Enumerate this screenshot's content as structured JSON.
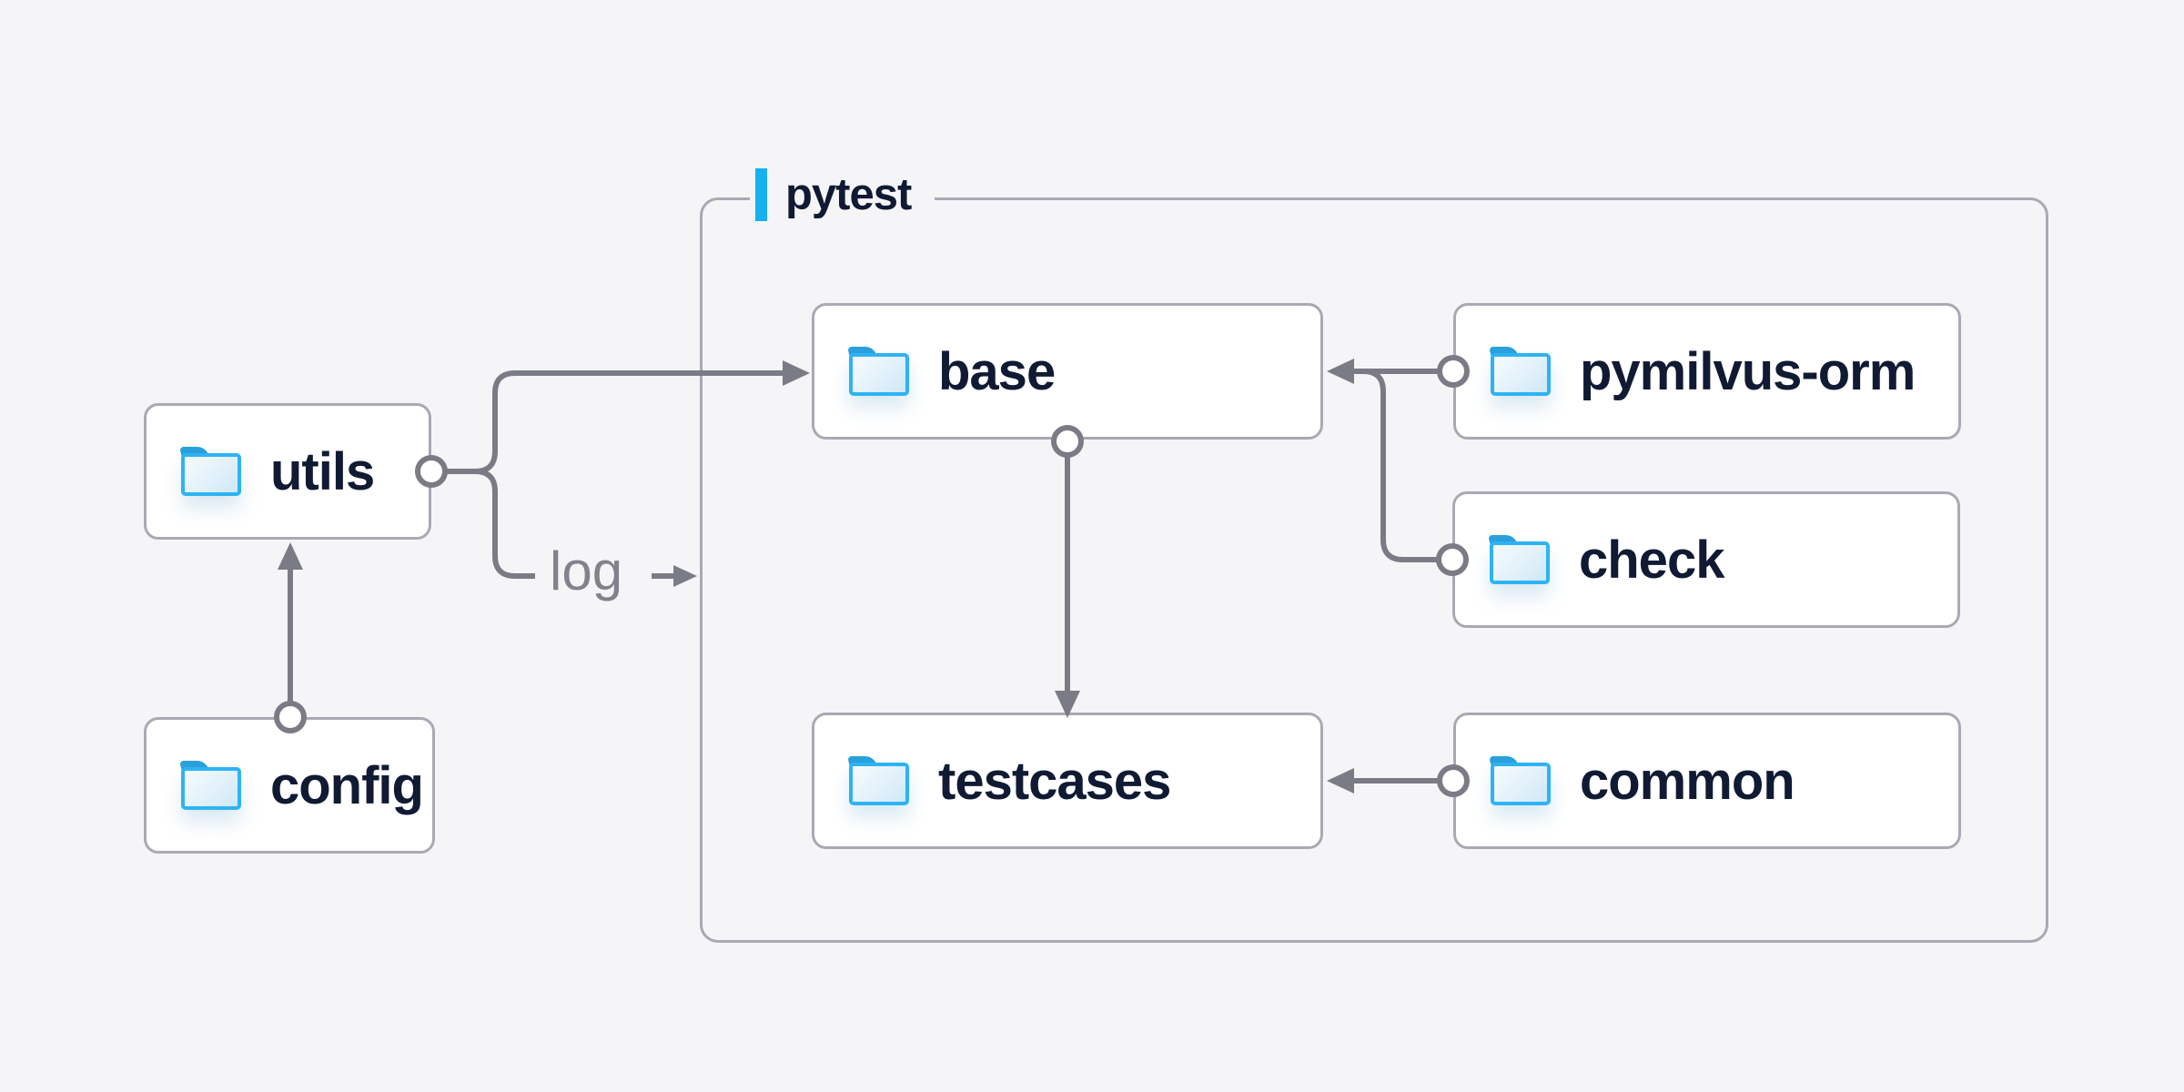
{
  "diagram": {
    "type": "folder-architecture",
    "group": {
      "label": "pytest"
    },
    "nodes": [
      {
        "id": "utils",
        "label": "utils",
        "icon": "folder-icon",
        "inside_group": false
      },
      {
        "id": "config",
        "label": "config",
        "icon": "folder-icon",
        "inside_group": false
      },
      {
        "id": "base",
        "label": "base",
        "icon": "folder-icon",
        "inside_group": true
      },
      {
        "id": "pymilvus-orm",
        "label": "pymilvus-orm",
        "icon": "folder-icon",
        "inside_group": true
      },
      {
        "id": "check",
        "label": "check",
        "icon": "folder-icon",
        "inside_group": true
      },
      {
        "id": "testcases",
        "label": "testcases",
        "icon": "folder-icon",
        "inside_group": true
      },
      {
        "id": "common",
        "label": "common",
        "icon": "folder-icon",
        "inside_group": true
      }
    ],
    "edges": [
      {
        "from": "config",
        "to": "utils",
        "label": ""
      },
      {
        "from": "utils",
        "to": "base",
        "label": ""
      },
      {
        "from": "utils",
        "to": "pytest",
        "label": "log"
      },
      {
        "from": "pymilvus-orm",
        "to": "base",
        "label": ""
      },
      {
        "from": "check",
        "to": "base",
        "label": ""
      },
      {
        "from": "base",
        "to": "testcases",
        "label": ""
      },
      {
        "from": "common",
        "to": "testcases",
        "label": ""
      }
    ],
    "colors": {
      "background": "#f5f5f7",
      "box_fill": "#ffffff",
      "box_border": "#a9a9b4",
      "label_text": "#101a33",
      "connector": "#7b7b86",
      "accent_blue": "#15b1f1",
      "folder_border": "#2db3f5",
      "folder_tab": "#2aa0dc",
      "edge_label_text": "#82828c"
    }
  }
}
